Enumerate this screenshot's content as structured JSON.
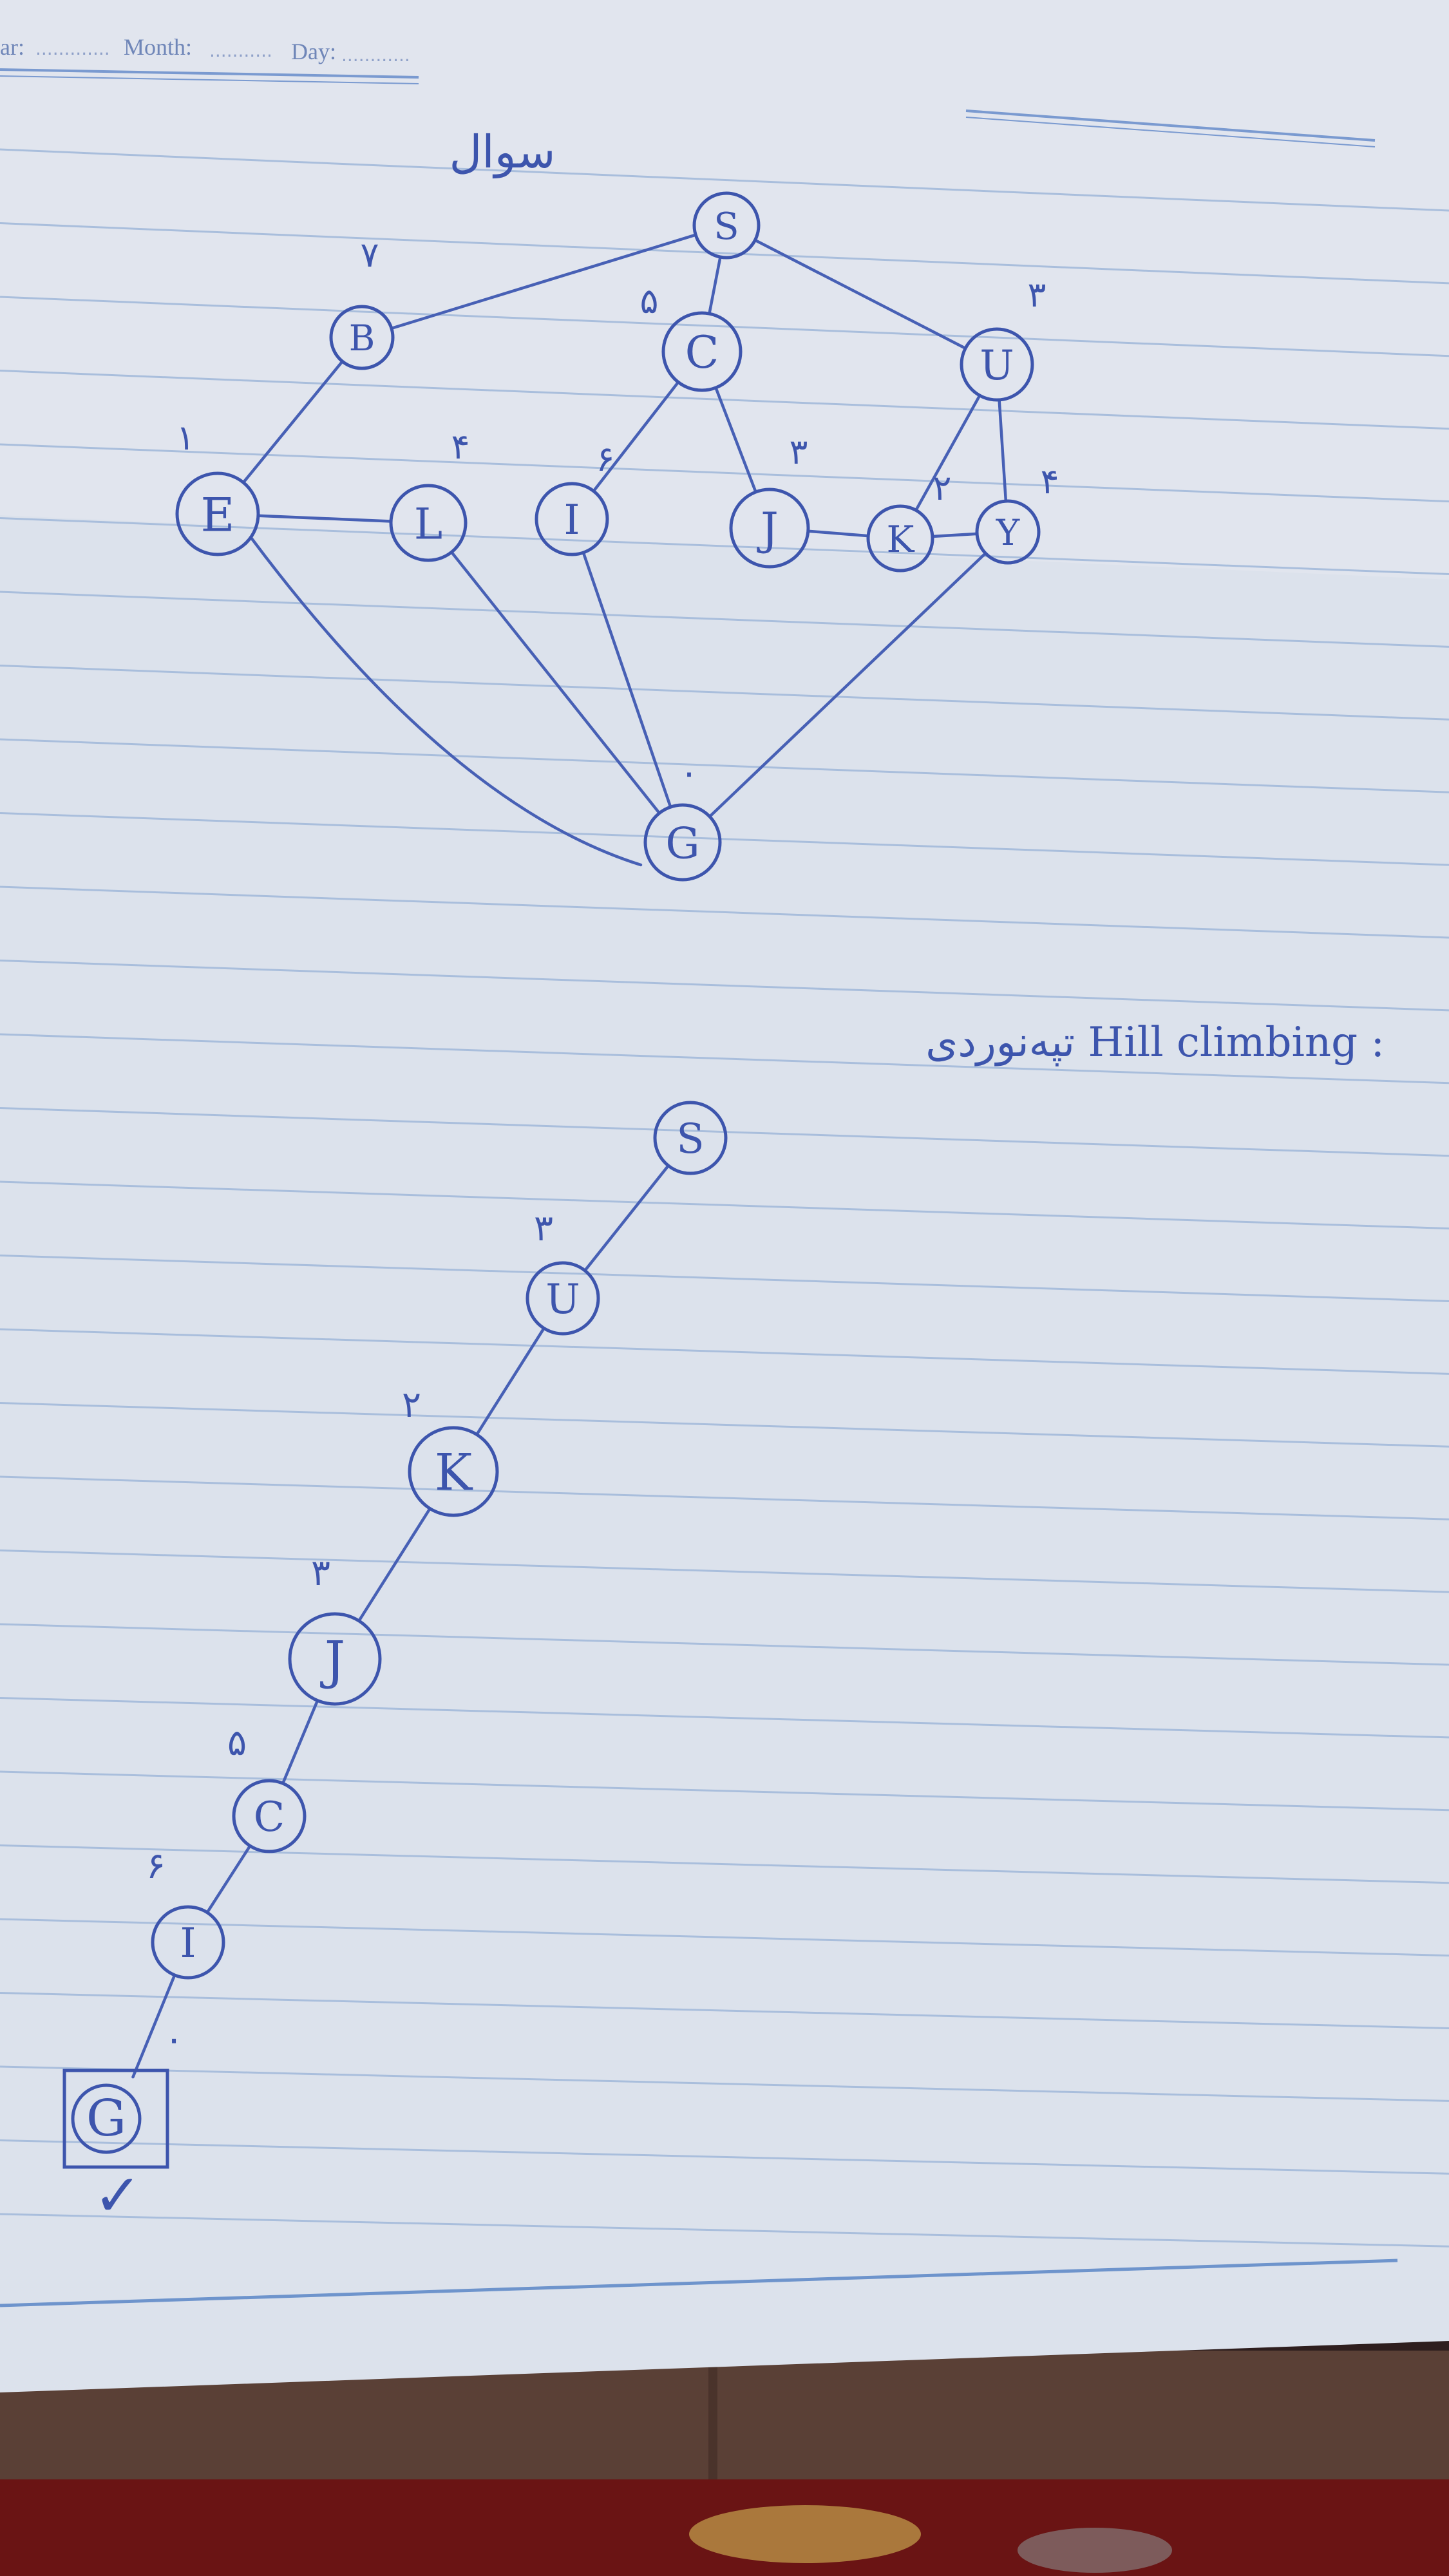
{
  "header": {
    "year_label": "ar:",
    "month_label": "Month:",
    "day_label": "Day:"
  },
  "question": {
    "title": "سوال",
    "nodes": [
      {
        "id": "S",
        "label": "S",
        "h": ""
      },
      {
        "id": "B",
        "label": "B",
        "h": "۷"
      },
      {
        "id": "C",
        "label": "C",
        "h": "۵"
      },
      {
        "id": "U",
        "label": "U",
        "h": "۳"
      },
      {
        "id": "E",
        "label": "E",
        "h": "۱"
      },
      {
        "id": "L",
        "label": "L",
        "h": "۴"
      },
      {
        "id": "I",
        "label": "I",
        "h": "۶"
      },
      {
        "id": "J",
        "label": "J",
        "h": "۳"
      },
      {
        "id": "K",
        "label": "K",
        "h": "۲"
      },
      {
        "id": "Y",
        "label": "Y",
        "h": "۴"
      },
      {
        "id": "G",
        "label": "G",
        "h": "۰"
      }
    ],
    "edges": [
      [
        "S",
        "B"
      ],
      [
        "S",
        "C"
      ],
      [
        "S",
        "U"
      ],
      [
        "B",
        "E"
      ],
      [
        "E",
        "L"
      ],
      [
        "E",
        "G"
      ],
      [
        "C",
        "I"
      ],
      [
        "C",
        "J"
      ],
      [
        "J",
        "K"
      ],
      [
        "U",
        "K"
      ],
      [
        "U",
        "Y"
      ],
      [
        "K",
        "Y"
      ],
      [
        "L",
        "G"
      ],
      [
        "I",
        "G"
      ],
      [
        "Y",
        "G"
      ]
    ]
  },
  "answer": {
    "title": "تپه‌نوردی Hill climbing :",
    "path": [
      {
        "label": "S",
        "h": ""
      },
      {
        "label": "U",
        "h": "۳"
      },
      {
        "label": "K",
        "h": "۲"
      },
      {
        "label": "J",
        "h": "۳"
      },
      {
        "label": "C",
        "h": "۵"
      },
      {
        "label": "I",
        "h": "۶"
      },
      {
        "label": "G",
        "h": "۰"
      }
    ],
    "goal_mark": "✓"
  }
}
